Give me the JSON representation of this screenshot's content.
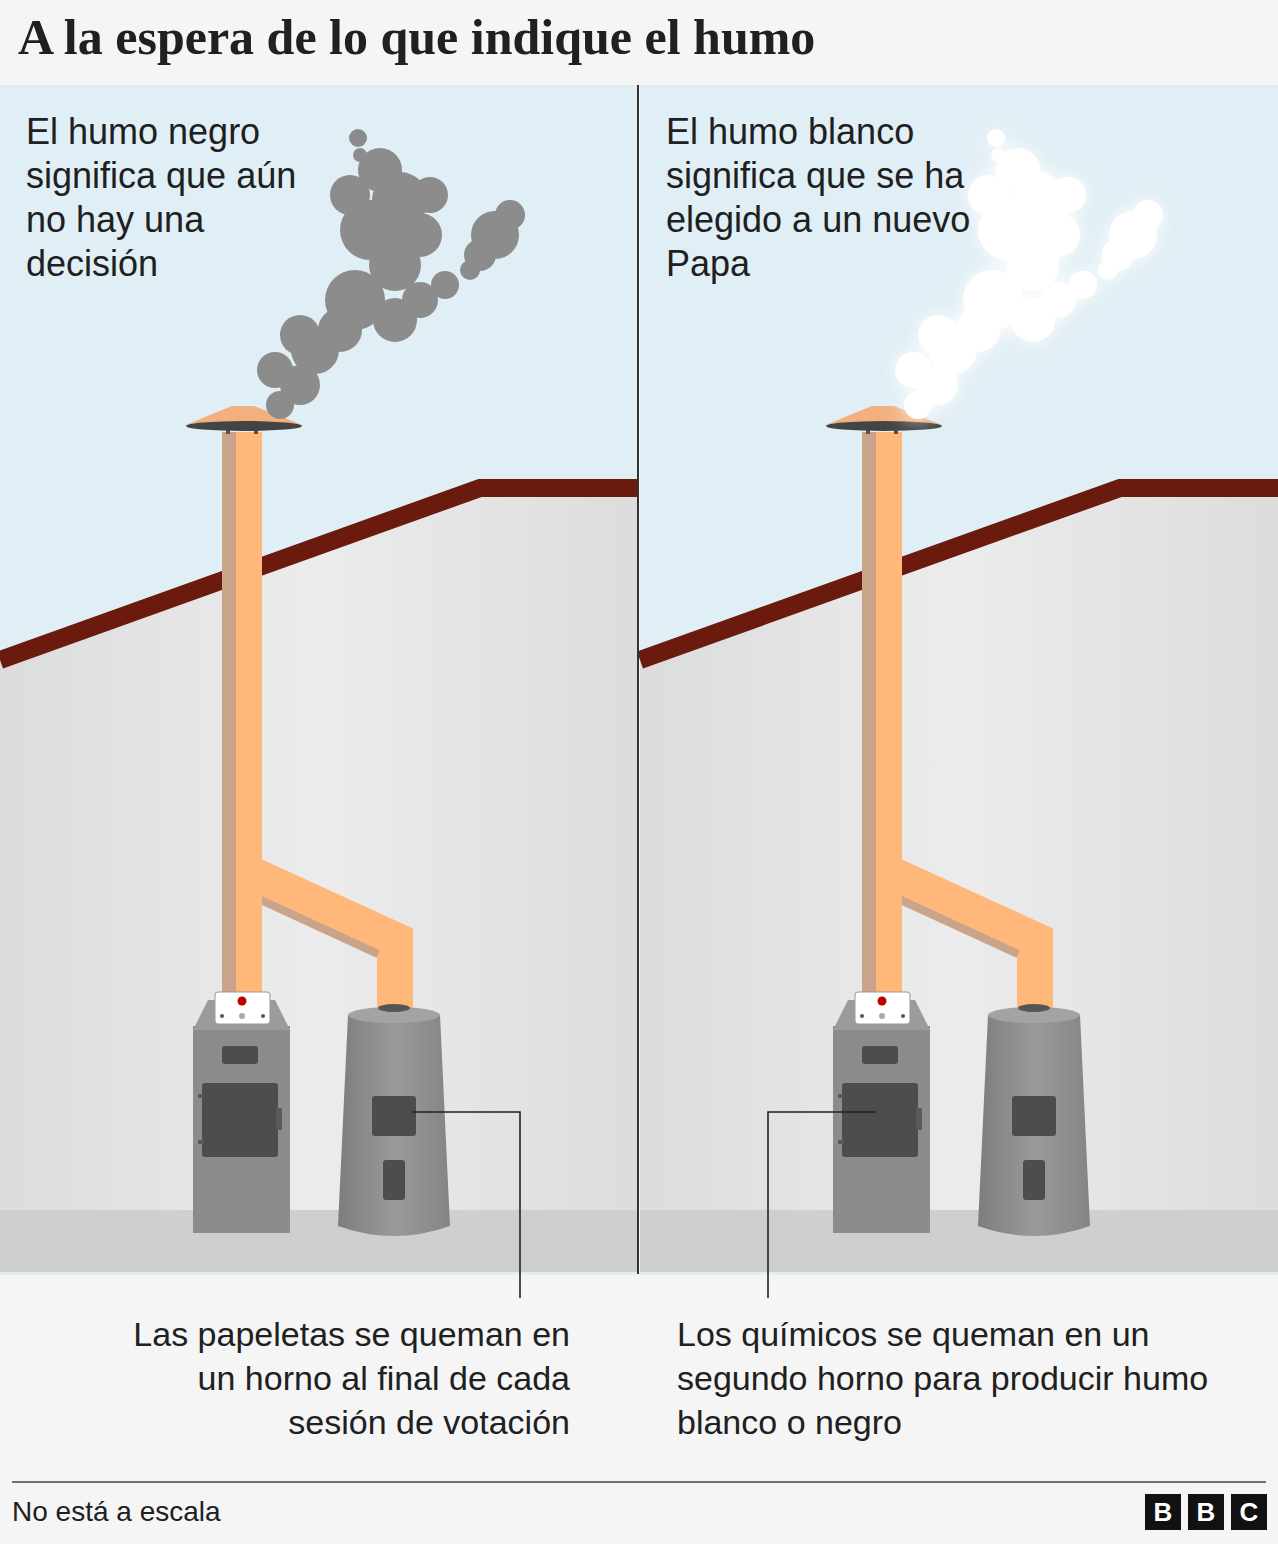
{
  "diagram": {
    "title": "A la espera de lo que indique el humo",
    "labels": [
      "El humo negro significa que aún no hay una decisión",
      "El humo blanco significa que se ha elegido a un nuevo Papa",
      "Las papeletas se queman en un horno al final de cada sesión de votación",
      "Los químicos se queman en un segundo horno para producir humo blanco o negro",
      "No está a escala",
      "B",
      "B",
      "C"
    ]
  }
}
